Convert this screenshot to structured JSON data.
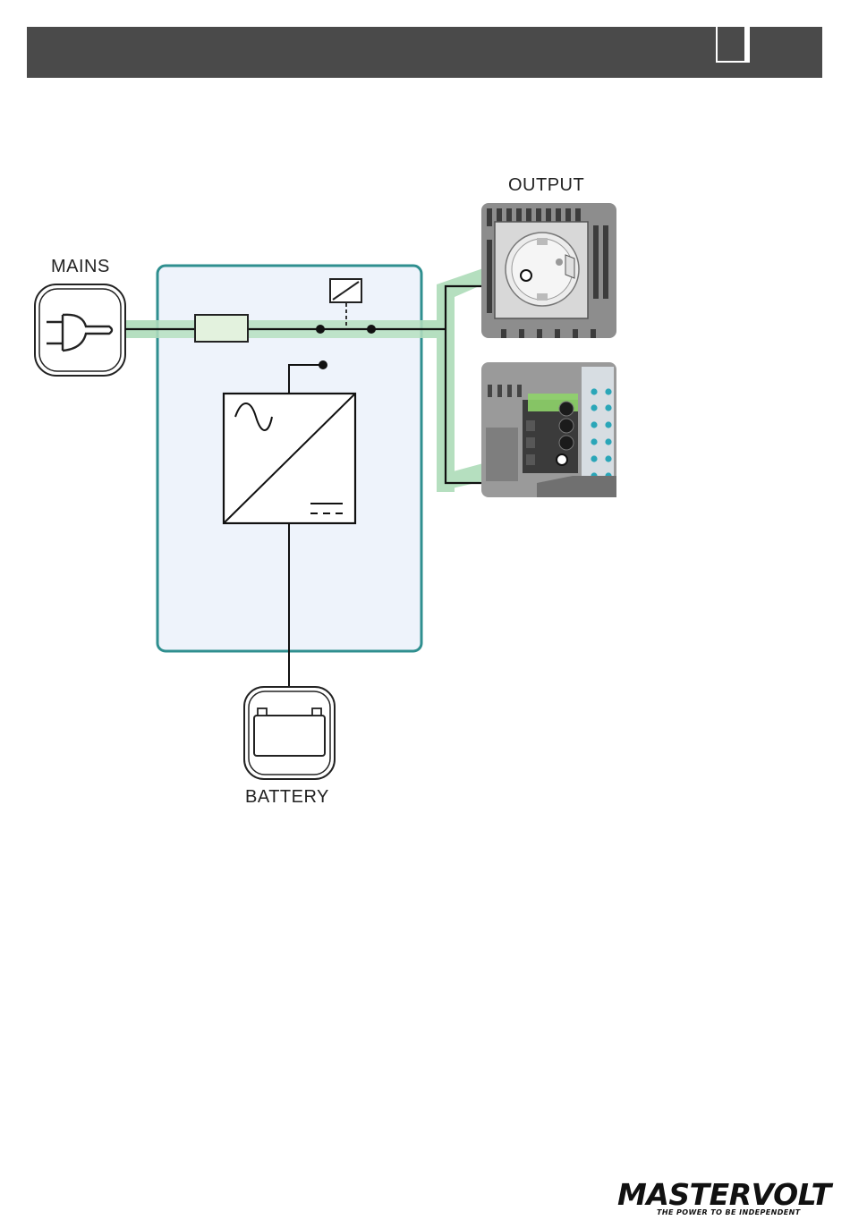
{
  "labels": {
    "mains": "MAINS",
    "output": "OUTPUT",
    "battery": "BATTERY"
  },
  "logo": {
    "brand": "MASTERVOLT",
    "tagline": "THE POWER TO BE INDEPENDENT"
  },
  "colors": {
    "header": "#4a4a4a",
    "panel_fill": "#eef3fb",
    "panel_border": "#2f8f8f",
    "power_path": "#b5dfbf",
    "wire": "#111111",
    "device_gray": "#8d8d8d",
    "terminal_dots": "#2aa6b8",
    "terminal_green": "#8fd46a"
  },
  "icons": [
    "plug-icon",
    "fuse-icon",
    "relay-switch-icon",
    "inverter-charger-icon",
    "battery-icon",
    "socket-output-icon",
    "terminal-block-icon"
  ]
}
